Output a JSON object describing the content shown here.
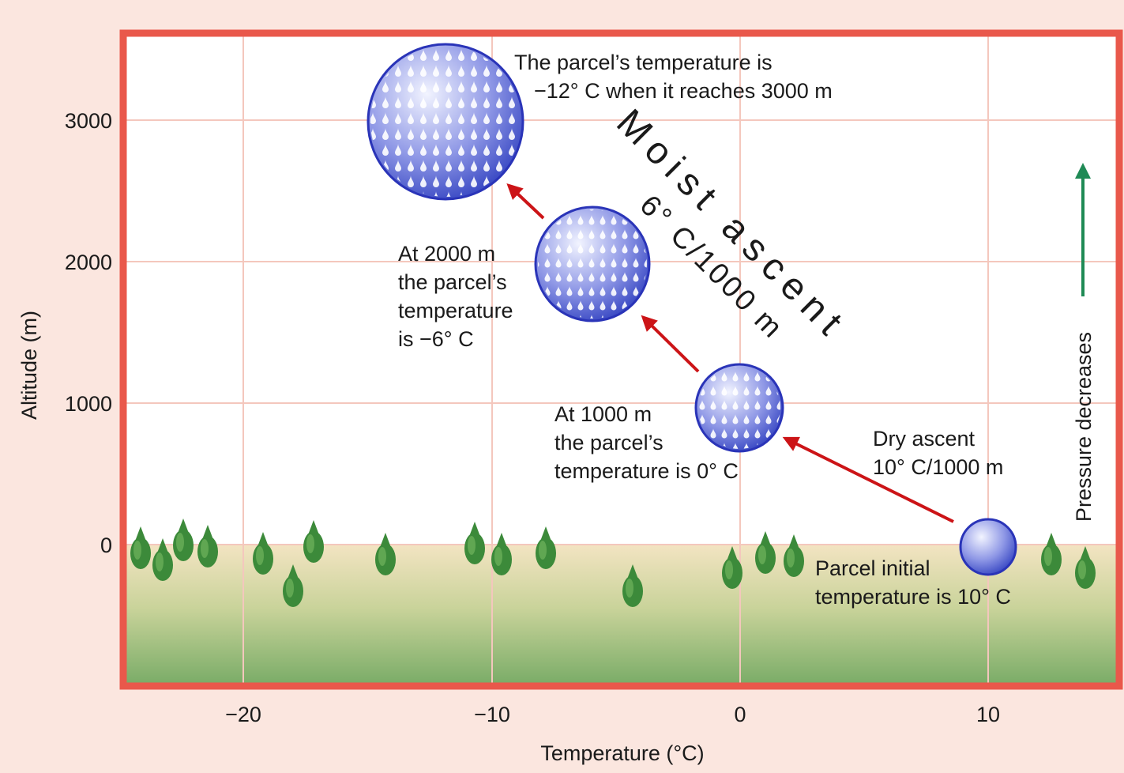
{
  "axes": {
    "x_label": "Temperature (°C)",
    "y_label": "Altitude (m)",
    "x_ticks": [
      "−20",
      "−10",
      "0",
      "10"
    ],
    "y_ticks": [
      "0",
      "1000",
      "2000",
      "3000"
    ]
  },
  "annotations": {
    "top_line1": "The parcel’s temperature is",
    "top_line2": "−12° C when it reaches 3000 m",
    "at2000_line1": "At 2000 m",
    "at2000_line2": "the parcel’s",
    "at2000_line3": "temperature",
    "at2000_line4": "is −6° C",
    "at1000_line1": "At 1000 m",
    "at1000_line2": "the parcel’s",
    "at1000_line3": "temperature is 0° C",
    "dry_line1": "Dry ascent",
    "dry_line2": "10° C/1000 m",
    "initial_line1": "Parcel initial",
    "initial_line2": "temperature is 10° C",
    "moist_title": "Moist ascent",
    "moist_rate": "6° C/1000 m",
    "pressure_label": "Pressure decreases"
  },
  "parcels": [
    {
      "altitude_m": 0,
      "temperature_c": 10,
      "droplets": false
    },
    {
      "altitude_m": 1000,
      "temperature_c": 0,
      "droplets": true
    },
    {
      "altitude_m": 2000,
      "temperature_c": -6,
      "droplets": true
    },
    {
      "altitude_m": 3000,
      "temperature_c": -12,
      "droplets": true
    }
  ],
  "colors": {
    "frame": "#e9584b",
    "arrow": "#cc1417",
    "pressure_arrow": "#1f8a55",
    "parcel": "#3848c8",
    "tree": "#3c8a3a",
    "ground_top": "#f3e4c2",
    "ground_bottom": "#7cae6a"
  }
}
